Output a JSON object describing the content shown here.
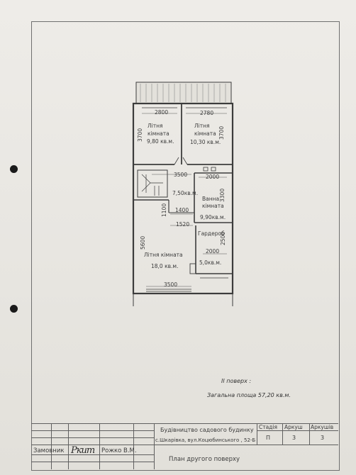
{
  "rooms": {
    "summer1": {
      "name": "Літня\nкімната",
      "area": "9,80 кв.м."
    },
    "summer2": {
      "name": "Літня\nкімната",
      "area": "10,30 кв.м."
    },
    "hall": {
      "area": "7,50кв.м."
    },
    "bath": {
      "name": "Ванна\nкімната",
      "area": "9,90кв.м."
    },
    "wardrobe": {
      "name": "Гардероб",
      "area": "5,0кв.м."
    },
    "summer3": {
      "name": "Літня кімната",
      "area": "18,0 кв.м."
    }
  },
  "dims": {
    "d2800a": "2800",
    "d2780": "2780",
    "d3700a": "3700",
    "d3700b": "3700",
    "d3500a": "3500",
    "d2000a": "2000",
    "d3300": "3300",
    "d1100": "1100",
    "d1400": "1400",
    "d1520": "1520",
    "d5600": "5600",
    "d2500": "2500",
    "d2000b": "2000",
    "d3500b": "3500"
  },
  "notes": {
    "floor": "II поверх :",
    "area": "Загальна площа 57,20 кв.м."
  },
  "title_block": {
    "project_line1": "Будівництво садового будинку",
    "project_line2": "с.Шкарівка, вул.Коцюбинського , 52-Б",
    "stage_header": "Стадія",
    "sheet_header": "Аркуш",
    "sheets_header": "Аркушів",
    "stage_value": "П",
    "sheet_value": "3",
    "sheets_value": "3",
    "customer_label": "Замовник",
    "customer_name": "Рожко В.М.",
    "drawing_name": "План другого поверху"
  }
}
